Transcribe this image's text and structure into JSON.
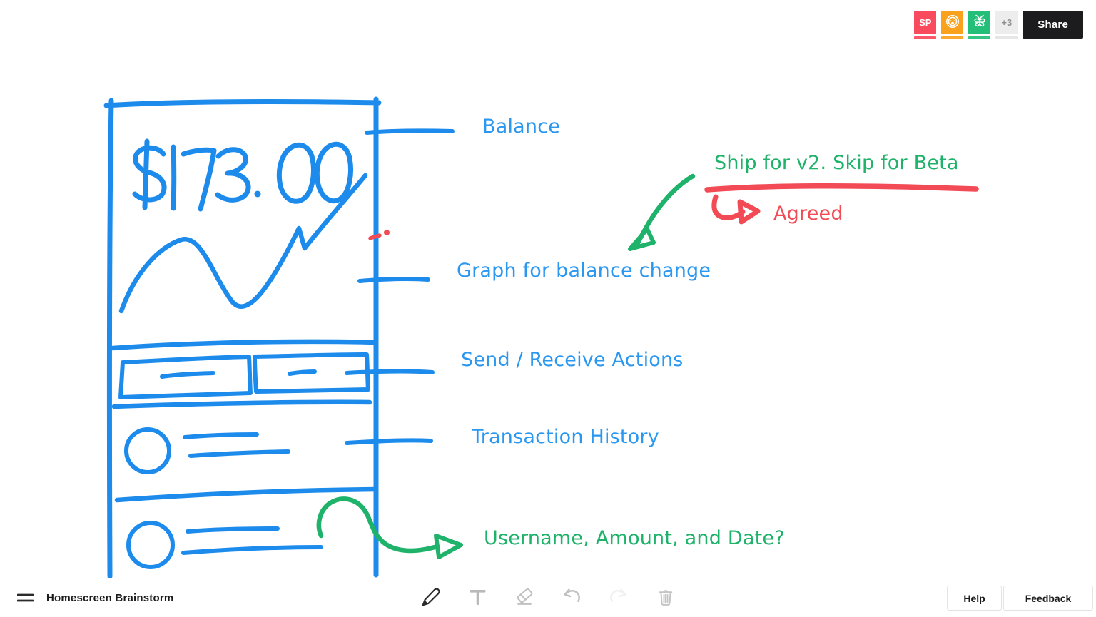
{
  "colors": {
    "ink-blue": "#1c8bec",
    "text-blue": "#2a97f1",
    "ink-green": "#1eb26a",
    "ink-red": "#f24b55",
    "avatar-red": "#fa4a5d",
    "avatar-orange": "#faa11e",
    "avatar-green": "#23bf78",
    "overflow-bg": "#ededed",
    "overflow-text": "#8f8f8f",
    "share-bg": "#1c1c1e",
    "toolbar-icon": "#c2c2c2",
    "toolbar-active": "#2b2b2b",
    "footer-border": "#ebebeb",
    "button-border": "#e3e3e3",
    "title-color": "#1b1b1d"
  },
  "header": {
    "avatars": [
      {
        "type": "initials",
        "label": "SP"
      },
      {
        "type": "icon",
        "icon": "lion-icon"
      },
      {
        "type": "icon",
        "icon": "butterfly-icon"
      },
      {
        "type": "overflow",
        "label": "+3"
      }
    ],
    "share_label": "Share"
  },
  "canvas": {
    "balance_amount": "$173.00",
    "annotations": {
      "balance": "Balance",
      "graph": "Graph for balance change",
      "send_receive": "Send / Receive Actions",
      "transaction_history": "Transaction History",
      "username": "Username, Amount, and Date?",
      "ship": "Ship for v2. Skip for Beta",
      "agreed": "Agreed"
    }
  },
  "footer": {
    "title": "Homescreen Brainstorm",
    "tools": [
      {
        "icon": "pencil-icon",
        "active": true
      },
      {
        "icon": "text-tool-icon",
        "active": false
      },
      {
        "icon": "eraser-icon",
        "active": false
      },
      {
        "icon": "undo-icon",
        "active": false
      },
      {
        "icon": "redo-icon",
        "active": false
      },
      {
        "icon": "trash-icon",
        "active": false
      }
    ],
    "help_label": "Help",
    "feedback_label": "Feedback"
  }
}
